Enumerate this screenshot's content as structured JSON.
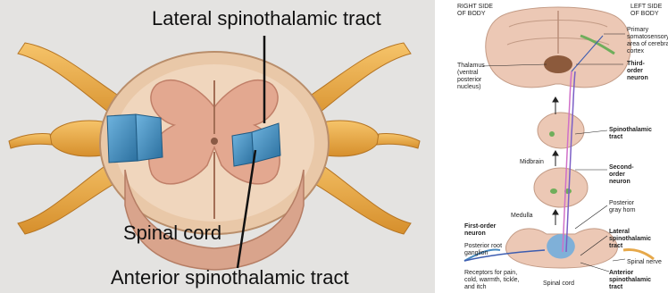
{
  "left_figure": {
    "labels": {
      "lateral": "Lateral spinothalamic tract",
      "spinal_cord": "Spinal cord",
      "anterior": "Anterior spinothalamic tract"
    }
  },
  "right_figure": {
    "labels": {
      "right_side": "RIGHT SIDE\nOF BODY",
      "left_side": "LEFT SIDE\nOF BODY",
      "primary_cortex": "Primary\nsomatosensory\narea of cerebral\ncortex",
      "thalamus": "Thalamus\n(ventral\nposterior\nnucleus)",
      "third_order": "Third-\norder\nneuron",
      "spinothalamic": "Spinothalamic\ntract",
      "midbrain": "Midbrain",
      "second_order": "Second-\norder\nneuron",
      "posterior_gray_horn": "Posterior\ngray horn",
      "medulla": "Medulla",
      "first_order": "First-order\nneuron",
      "lateral_tract": "Lateral\nspinothalamic\ntract",
      "posterior_root_ganglion": "Posterior root\nganglion",
      "spinal_nerve": "Spinal nerve",
      "receptors": "Receptors for pain,\ncold, warmth, tickle,\nand itch",
      "spinal_cord": "Spinal cord",
      "anterior_tract": "Anterior\nspinothalamic\ntract"
    }
  }
}
